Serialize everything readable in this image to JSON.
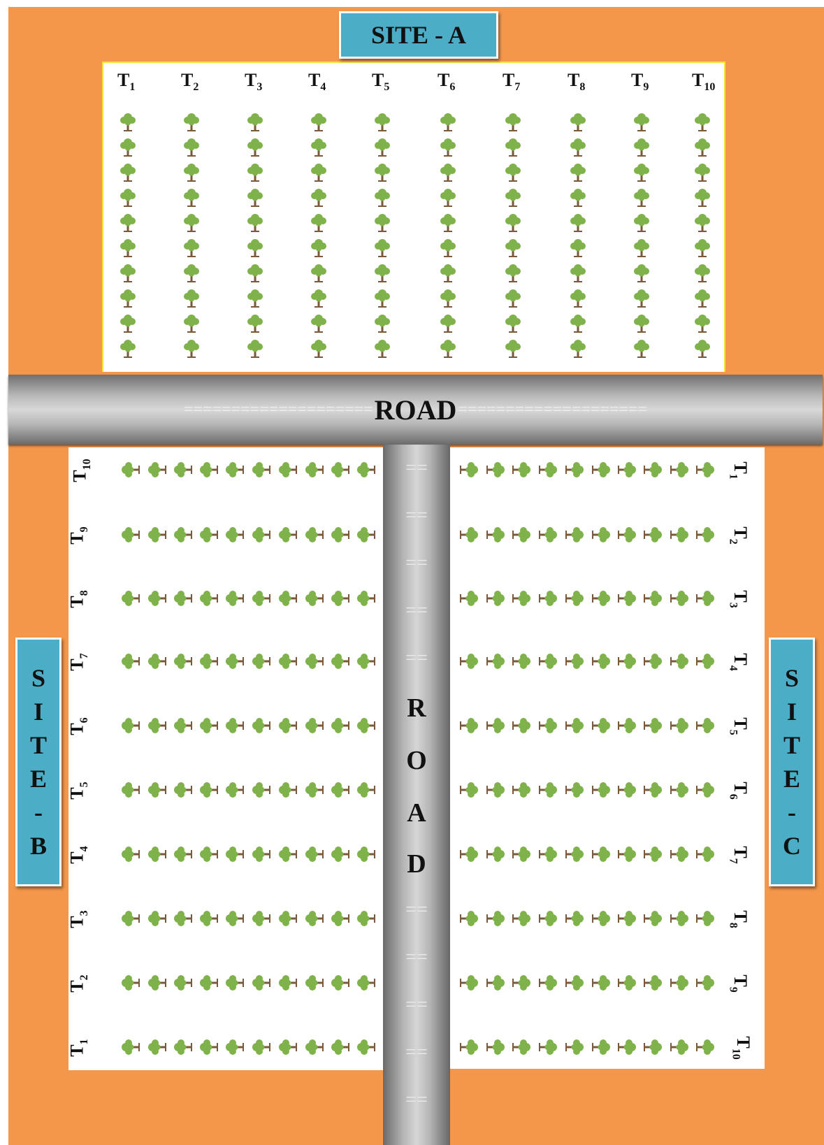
{
  "site_a": {
    "label": "SITE - A",
    "columns": [
      {
        "base": "T",
        "sub": "1"
      },
      {
        "base": "T",
        "sub": "2"
      },
      {
        "base": "T",
        "sub": "3"
      },
      {
        "base": "T",
        "sub": "4"
      },
      {
        "base": "T",
        "sub": "5"
      },
      {
        "base": "T",
        "sub": "6"
      },
      {
        "base": "T",
        "sub": "7"
      },
      {
        "base": "T",
        "sub": "8"
      },
      {
        "base": "T",
        "sub": "9"
      },
      {
        "base": "T",
        "sub": "10"
      }
    ],
    "trees_per_column": 10
  },
  "road_horizontal": {
    "label": "ROAD",
    "left_dashes": "====================",
    "right_dashes": "===================="
  },
  "road_vertical": {
    "top_dashes": [
      "==",
      "==",
      "==",
      "==",
      "=="
    ],
    "letters": [
      "R",
      "O",
      "A",
      "D"
    ],
    "bottom_dashes": [
      "==",
      "==",
      "==",
      "==",
      "=="
    ]
  },
  "site_b": {
    "label_letters": [
      "S",
      "I",
      "T",
      "E",
      "-",
      "B"
    ],
    "rows": [
      {
        "base": "T",
        "sub": "10"
      },
      {
        "base": "T",
        "sub": "9"
      },
      {
        "base": "T",
        "sub": "8"
      },
      {
        "base": "T",
        "sub": "7"
      },
      {
        "base": "T",
        "sub": "6"
      },
      {
        "base": "T",
        "sub": "5"
      },
      {
        "base": "T",
        "sub": "4"
      },
      {
        "base": "T",
        "sub": "3"
      },
      {
        "base": "T",
        "sub": "2"
      },
      {
        "base": "T",
        "sub": "1"
      }
    ],
    "trees_per_row": 10
  },
  "site_c": {
    "label_letters": [
      "S",
      "I",
      "T",
      "E",
      "-",
      "C"
    ],
    "rows": [
      {
        "base": "T",
        "sub": "1"
      },
      {
        "base": "T",
        "sub": "2"
      },
      {
        "base": "T",
        "sub": "3"
      },
      {
        "base": "T",
        "sub": "4"
      },
      {
        "base": "T",
        "sub": "5"
      },
      {
        "base": "T",
        "sub": "6"
      },
      {
        "base": "T",
        "sub": "7"
      },
      {
        "base": "T",
        "sub": "8"
      },
      {
        "base": "T",
        "sub": "9"
      },
      {
        "base": "T",
        "sub": "10"
      }
    ],
    "trees_per_row": 10
  },
  "colors": {
    "background": "#f4974a",
    "label_fill": "#4badc6",
    "tree_leaf": "#7fb24a",
    "tree_trunk": "#7a5a3a",
    "plot_a_border": "#f2e240"
  },
  "icon": "tree-icon"
}
